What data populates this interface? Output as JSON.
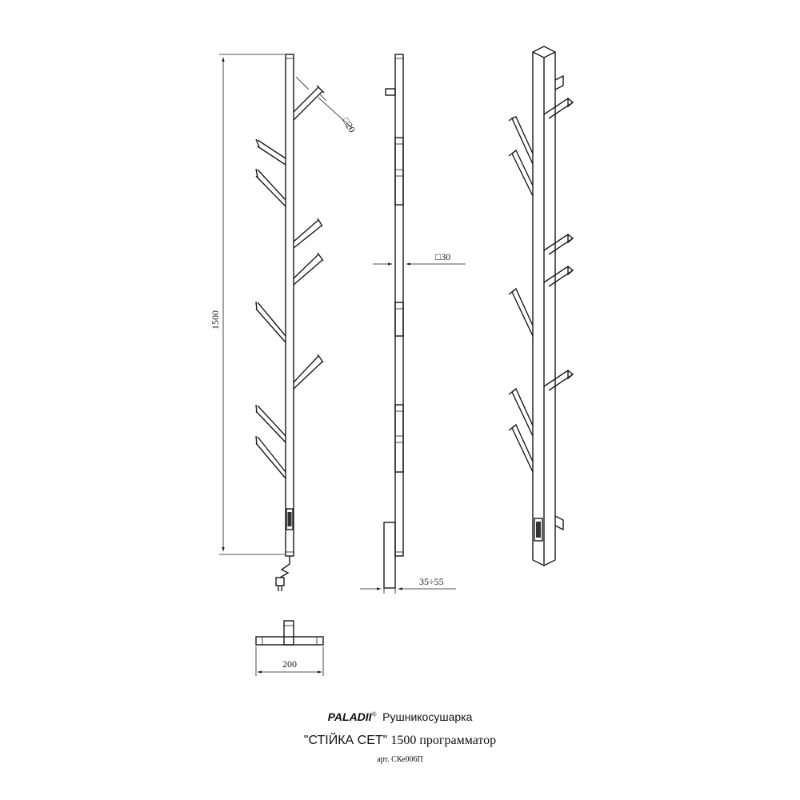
{
  "dimensions": {
    "height": "1500",
    "bar_section": "□20",
    "post_section": "□30",
    "wall_offset": "35÷55",
    "width": "200"
  },
  "caption": {
    "brand": "PALADII",
    "registered": "®",
    "product_type": "Рушникосушарка",
    "model": "\"СТІЙКА СЕТ\"",
    "model_suffix": "1500 программатор",
    "article": "арт. СКе006П"
  }
}
